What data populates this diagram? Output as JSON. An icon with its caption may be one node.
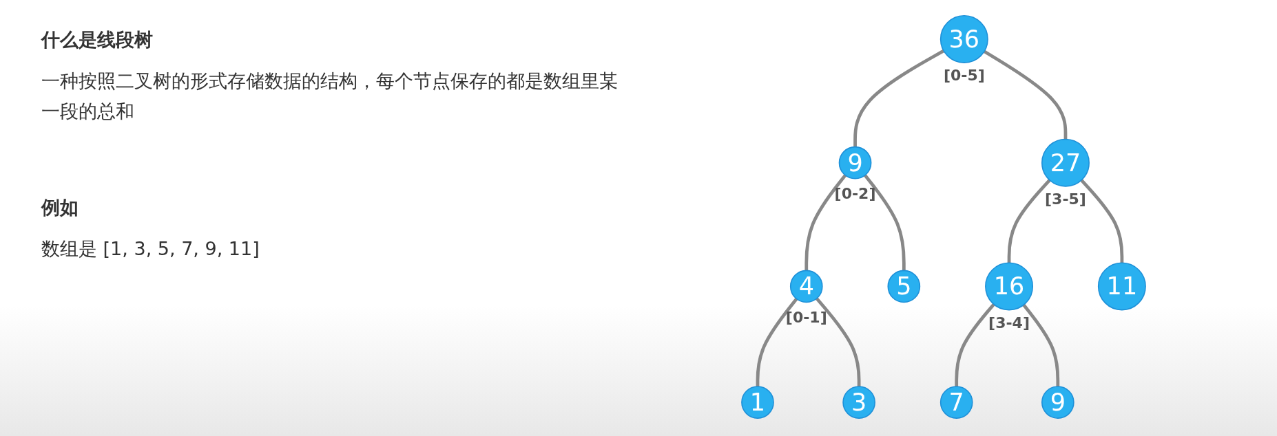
{
  "diagram": {
    "title": "什么是线段树",
    "nodes": [
      {
        "text": [
          "36"
        ],
        "beside": [
          "[0-5]"
        ]
      },
      {
        "text": [
          "9"
        ],
        "beside": [
          "[0-2]"
        ]
      },
      {
        "text": [
          "27"
        ],
        "beside": [
          "[3-5]"
        ]
      },
      {
        "text": [
          "4"
        ],
        "beside": [
          "[0-1]"
        ]
      },
      {
        "text": [
          "5"
        ]
      },
      {
        "text": [
          "16"
        ],
        "beside": [
          "[3-4]"
        ]
      },
      {
        "text": [
          "11"
        ]
      },
      {
        "text": [
          "1"
        ]
      },
      {
        "text": [
          "3"
        ]
      },
      {
        "text": [
          "7"
        ]
      },
      {
        "text": [
          "9"
        ]
      }
    ],
    "edges": [
      {
        "from": 0,
        "to": 1,
        "arrow": "none"
      },
      {
        "from": 0,
        "to": 2,
        "arrow": "none"
      },
      {
        "from": 1,
        "to": 3,
        "arrow": "none"
      },
      {
        "from": 1,
        "to": 4,
        "arrow": "none"
      },
      {
        "from": 2,
        "to": 5,
        "arrow": "none"
      },
      {
        "from": 2,
        "to": 6,
        "arrow": "none"
      },
      {
        "from": 3,
        "to": 7,
        "arrow": "none"
      },
      {
        "from": 3,
        "to": 8,
        "arrow": "none"
      },
      {
        "from": 5,
        "to": 9,
        "arrow": "none"
      },
      {
        "from": 5,
        "to": 10,
        "arrow": "none"
      }
    ],
    "labels": [
      "一种按照二叉树的形式存储数据的结构，每个节点保存的都是数组里某一段的总和",
      "例如",
      "数组是 [1, 3, 5, 7, 9, 11]"
    ]
  }
}
